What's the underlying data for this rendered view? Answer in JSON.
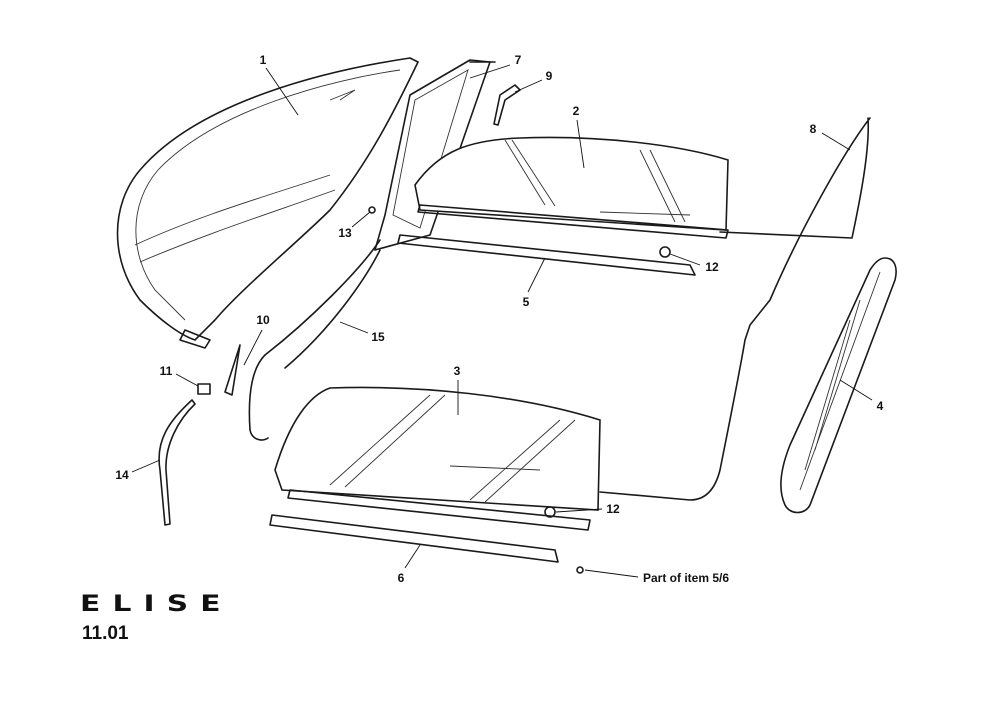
{
  "diagram": {
    "model": "ELISE",
    "section_code": "11.01",
    "callouts": [
      {
        "id": "1",
        "label": "1"
      },
      {
        "id": "7",
        "label": "7"
      },
      {
        "id": "9",
        "label": "9"
      },
      {
        "id": "2",
        "label": "2"
      },
      {
        "id": "8",
        "label": "8"
      },
      {
        "id": "13",
        "label": "13"
      },
      {
        "id": "12a",
        "label": "12"
      },
      {
        "id": "5",
        "label": "5"
      },
      {
        "id": "10",
        "label": "10"
      },
      {
        "id": "15",
        "label": "15"
      },
      {
        "id": "11",
        "label": "11"
      },
      {
        "id": "3",
        "label": "3"
      },
      {
        "id": "4",
        "label": "4"
      },
      {
        "id": "14",
        "label": "14"
      },
      {
        "id": "12b",
        "label": "12"
      },
      {
        "id": "6",
        "label": "6"
      }
    ],
    "note": "Part of item 5/6"
  }
}
